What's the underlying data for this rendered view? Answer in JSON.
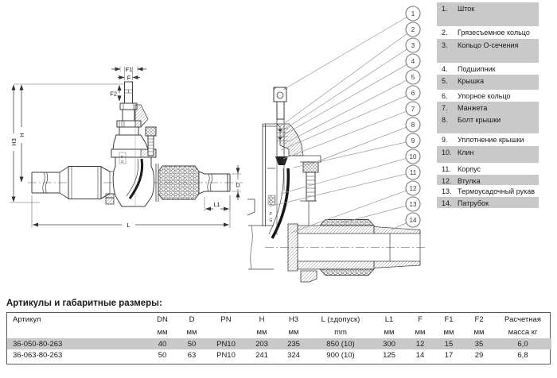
{
  "parts_list": {
    "items": [
      {
        "num": "1",
        "label": "Шток",
        "shaded": true
      },
      {
        "num": "2",
        "label": "Грязесъемное кольцо",
        "shaded": false
      },
      {
        "num": "3",
        "label": "Кольцо О-сечения",
        "shaded": true
      },
      {
        "num": "4",
        "label": "Подшипник",
        "shaded": false
      },
      {
        "num": "5",
        "label": "Крышка",
        "shaded": true
      },
      {
        "num": "6",
        "label": "Упорное кольцо",
        "shaded": false
      },
      {
        "num": "7",
        "label": "Манжета",
        "shaded": true
      },
      {
        "num": "8",
        "label": "Болт крышки",
        "shaded": true
      },
      {
        "num": "9",
        "label": "Уплотнение крышки",
        "shaded": false
      },
      {
        "num": "10",
        "label": "Клин",
        "shaded": true
      },
      {
        "num": "11",
        "label": "Корпус",
        "shaded": false
      },
      {
        "num": "12",
        "label": "Втулка",
        "shaded": true
      },
      {
        "num": "13",
        "label": "Термоусадочный рукав",
        "shaded": false
      },
      {
        "num": "14",
        "label": "Патрубок",
        "shaded": true
      }
    ]
  },
  "drawing": {
    "dim_labels": {
      "f1": "F1",
      "f": "F",
      "f2": "F2",
      "h": "H",
      "h3": "H3",
      "d": "D",
      "l1": "L1",
      "l": "L"
    },
    "marking_p": "P",
    "marking_g": "G"
  },
  "table": {
    "title": "Артикулы и габаритные размеры:",
    "columns": [
      {
        "label": "Артикул",
        "unit": ""
      },
      {
        "label": "DN",
        "unit": "мм"
      },
      {
        "label": "D",
        "unit": "мм"
      },
      {
        "label": "PN",
        "unit": ""
      },
      {
        "label": "H",
        "unit": "мм"
      },
      {
        "label": "H3",
        "unit": "мм"
      },
      {
        "label": "L (±допуск)",
        "unit": "mm"
      },
      {
        "label": "L1",
        "unit": "мм"
      },
      {
        "label": "F",
        "unit": "мм"
      },
      {
        "label": "F1",
        "unit": "мм"
      },
      {
        "label": "F2",
        "unit": "мм"
      },
      {
        "label": "Расчетная",
        "unit": "масса кг"
      }
    ],
    "rows": [
      {
        "shaded": true,
        "cells": [
          "36-050-80-263",
          "40",
          "50",
          "PN10",
          "203",
          "235",
          "850 (10)",
          "300",
          "12",
          "15",
          "35",
          "6,0"
        ]
      },
      {
        "shaded": false,
        "cells": [
          "36-063-80-263",
          "50",
          "63",
          "PN10",
          "241",
          "324",
          "900 (10)",
          "125",
          "14",
          "17",
          "29",
          "6,8"
        ]
      }
    ]
  },
  "colors": {
    "band": "#c9c9c9",
    "line": "#3c3c3c",
    "dim": "#444444"
  }
}
